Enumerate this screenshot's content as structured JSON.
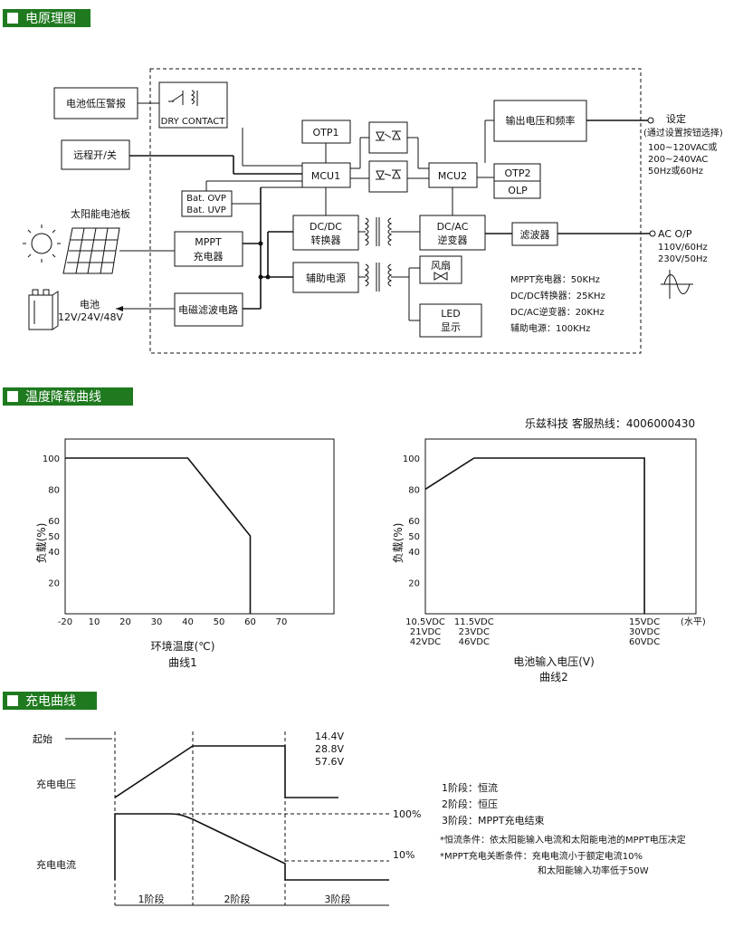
{
  "sections": {
    "principle": "电原理图",
    "derating": "温度降载曲线",
    "charging": "充电曲线"
  },
  "block_diagram": {
    "battery_low_alarm": "电池低压警报",
    "dry_contact": "DRY CONTACT",
    "remote_switch": "远程开/关",
    "otp1": "OTP1",
    "mcu1": "MCU1",
    "mcu2": "MCU2",
    "output_vf": "输出电压和频率",
    "otp2": "OTP2",
    "olp": "OLP",
    "bat_ovp": "Bat. OVP",
    "bat_uvp": "Bat. UVP",
    "dcdc_title": "DC/DC",
    "dcdc_sub": "转换器",
    "dcac_title": "DC/AC",
    "dcac_sub": "逆变器",
    "filter": "滤波器",
    "aux_power": "辅助电源",
    "fan": "风扇",
    "led_title": "LED",
    "led_sub": "显示",
    "solar_panel": "太阳能电池板",
    "mppt_title": "MPPT",
    "mppt_sub": "充电器",
    "battery": "电池",
    "battery_voltages": "12V/24V/48V",
    "emi_filter": "电磁滤波电路",
    "setting_title": "设定",
    "setting_note": "(通过设置按钮选择)",
    "setting_v1": "100~120VAC或",
    "setting_v2": "200~240VAC",
    "setting_f": "50Hz或60Hz",
    "ac_op": "AC O/P",
    "ac_v1": "110V/60Hz",
    "ac_v2": "230V/50Hz",
    "freq_notes": [
      "MPPT充电器：50KHz",
      "DC/DC转换器：25KHz",
      "DC/AC逆变器：20KHz",
      "辅助电源：100KHz"
    ]
  },
  "hotline": "乐兹科技 客服热线：4006000430",
  "chart_data": [
    {
      "type": "line",
      "title": "曲线1",
      "xlabel": "环境温度(℃)",
      "ylabel": "负载(%)",
      "x_ticks": [
        "-20",
        "10",
        "20",
        "30",
        "40",
        "50",
        "60",
        "70"
      ],
      "y_ticks": [
        "100",
        "80",
        "60",
        "50",
        "40",
        "20"
      ],
      "x": [
        -20,
        40,
        60,
        60
      ],
      "y": [
        100,
        100,
        50,
        0
      ]
    },
    {
      "type": "line",
      "title": "曲线2",
      "xlabel": "电池输入电压(V)",
      "ylabel": "负载(%)",
      "x_unit": "(水平)",
      "x_ticks": [
        [
          "10.5VDC",
          "21VDC",
          "42VDC"
        ],
        [
          "11.5VDC",
          "23VDC",
          "46VDC"
        ],
        [
          "15VDC",
          "30VDC",
          "60VDC"
        ]
      ],
      "y_ticks": [
        "100",
        "80",
        "60",
        "50",
        "40",
        "20"
      ],
      "x": [
        10.5,
        11.5,
        15,
        15
      ],
      "y": [
        80,
        100,
        100,
        0
      ]
    }
  ],
  "charge_curve": {
    "start_label": "起始",
    "voltage_label": "充电电压",
    "current_label": "充电电流",
    "voltage_levels": [
      "14.4V",
      "28.8V",
      "57.6V"
    ],
    "pct_100": "100%",
    "pct_10": "10%",
    "stages": [
      "1阶段",
      "2阶段",
      "3阶段"
    ],
    "legend": [
      "1阶段：恒流",
      "2阶段：恒压",
      "3阶段：MPPT充电结束",
      "*恒流条件：依太阳能输入电流和太阳能电池的MPPT电压决定",
      "*MPPT充电关断条件：充电电流小于额定电流10%",
      "和太阳能输入功率低于50W"
    ]
  }
}
